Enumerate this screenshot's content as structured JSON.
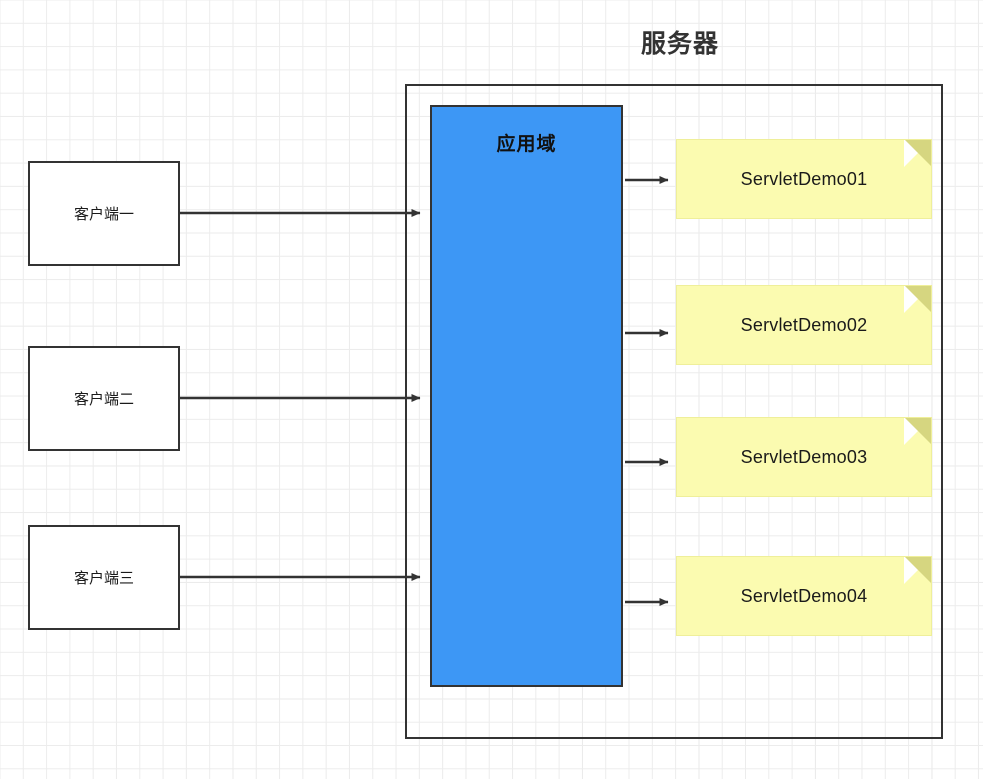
{
  "diagram": {
    "title": "服务器",
    "server_container": {
      "name": "服务器"
    },
    "app_domain": {
      "label": "应用域"
    },
    "clients": [
      {
        "label": "客户端一"
      },
      {
        "label": "客户端二"
      },
      {
        "label": "客户端三"
      }
    ],
    "servlets": [
      {
        "label": "ServletDemo01"
      },
      {
        "label": "ServletDemo02"
      },
      {
        "label": "ServletDemo03"
      },
      {
        "label": "ServletDemo04"
      }
    ],
    "connectors": {
      "client_to_domain_count": 3,
      "domain_to_servlet_count": 4,
      "arrow_style": "solid-filled-triangle"
    },
    "colors": {
      "app_domain_fill": "#3d97f5",
      "note_fill": "#fbfbb0",
      "note_fold": "#d6d680",
      "stroke": "#333333",
      "grid_minor": "#ececec",
      "grid_major": "#e2e2e2",
      "canvas": "#ffffff"
    }
  }
}
